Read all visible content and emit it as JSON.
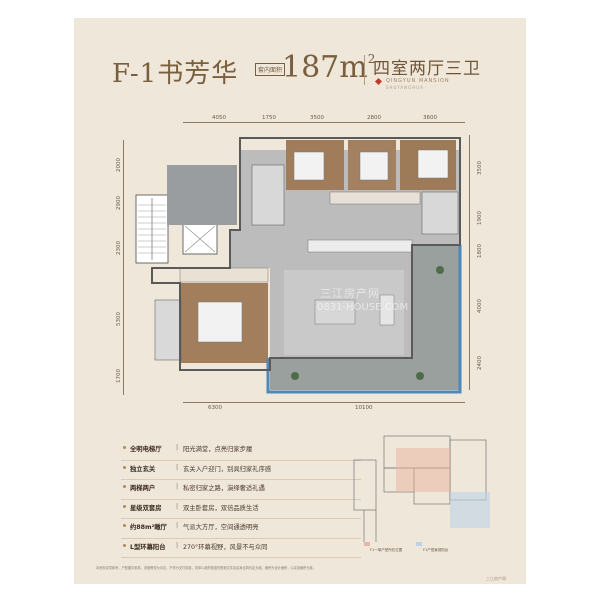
{
  "header": {
    "title": "F-1书芳华",
    "area_tag": "套内面积",
    "area_value": "187",
    "area_unit": "m",
    "area_sup": "2",
    "layout": "四室两厅三卫",
    "brand_line1": "QINGYUN MANSION",
    "brand_line2": "SHUFANGHUA"
  },
  "dimensions": {
    "top": [
      "4050",
      "1750",
      "3500",
      "2800",
      "3600"
    ],
    "bottom": [
      "6300",
      "10100"
    ],
    "left": [
      "2000",
      "2900",
      "2300",
      "5300",
      "1700"
    ],
    "right": [
      "3500",
      "1900",
      "1800",
      "4000",
      "2400"
    ]
  },
  "watermark": {
    "line1": "三江房产网",
    "line2": "0831-HOUSE.COM"
  },
  "features": [
    {
      "label": "全明电梯厅",
      "sep": "|",
      "desc": "阳光满堂，点亮归家步履"
    },
    {
      "label": "独立玄关",
      "sep": "|",
      "desc": "玄关入户迎门，别具归家礼序感"
    },
    {
      "label": "两梯两户",
      "sep": "|",
      "desc": "私密归家之路，演绎奢适礼遇"
    },
    {
      "label": "星级双套房",
      "sep": "|",
      "desc": "双主卧套房，双倍品质生活"
    },
    {
      "label": "约88m²瞰厅",
      "sep": "|",
      "desc": "气派大方厅，空间通透明亮"
    },
    {
      "label": "L型环幕阳台",
      "sep": "|",
      "desc": "270°环幕视野，风景不与众同"
    }
  ],
  "key_plan": {
    "legend_unit": "F1一单户型所在位置",
    "legend_balcony": "F1户型景观阳台"
  },
  "footer": {
    "disclaimer": "本资料仅供参考，户型图中家具、设施等仅为示意，不作为交付标准，具体以政府批准的规划文件及买卖合同约定为准。面积为设计面积，以实测面积为准。",
    "corner": "三江房产网"
  }
}
